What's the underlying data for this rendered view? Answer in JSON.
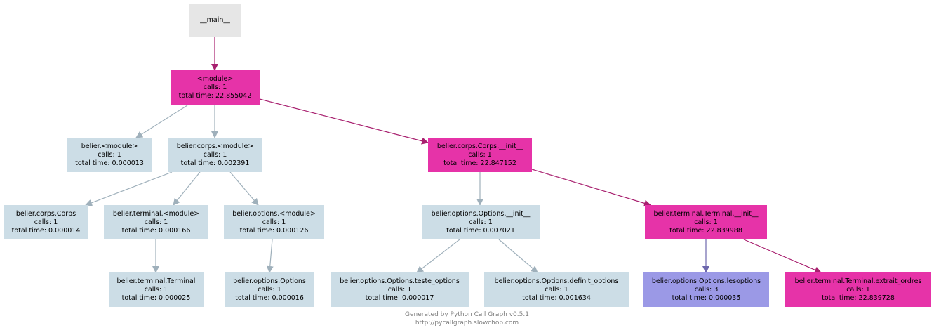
{
  "colors": {
    "hot": "#e633a8",
    "cold": "#ccdde6",
    "warm": "#9b99e6",
    "root": "#e6e6e6",
    "edge_hot": "#a8206f",
    "edge_cold": "#9fb0bb",
    "edge_warm": "#6d67ad"
  },
  "nodes": {
    "main": {
      "name": "__main__"
    },
    "module": {
      "name": "<module>",
      "calls": "calls: 1",
      "time": "total time: 22.855042"
    },
    "belier_module": {
      "name": "belier.<module>",
      "calls": "calls: 1",
      "time": "total time: 0.000013"
    },
    "corps_module": {
      "name": "belier.corps.<module>",
      "calls": "calls: 1",
      "time": "total time: 0.002391"
    },
    "corps_init": {
      "name": "belier.corps.Corps.__init__",
      "calls": "calls: 1",
      "time": "total time: 22.847152"
    },
    "corps_class": {
      "name": "belier.corps.Corps",
      "calls": "calls: 1",
      "time": "total time: 0.000014"
    },
    "terminal_module": {
      "name": "belier.terminal.<module>",
      "calls": "calls: 1",
      "time": "total time: 0.000166"
    },
    "options_module": {
      "name": "belier.options.<module>",
      "calls": "calls: 1",
      "time": "total time: 0.000126"
    },
    "options_init": {
      "name": "belier.options.Options.__init__",
      "calls": "calls: 1",
      "time": "total time: 0.007021"
    },
    "terminal_init": {
      "name": "belier.terminal.Terminal.__init__",
      "calls": "calls: 1",
      "time": "total time: 22.839988"
    },
    "terminal_class": {
      "name": "belier.terminal.Terminal",
      "calls": "calls: 1",
      "time": "total time: 0.000025"
    },
    "options_class": {
      "name": "belier.options.Options",
      "calls": "calls: 1",
      "time": "total time: 0.000016"
    },
    "teste_options": {
      "name": "belier.options.Options.teste_options",
      "calls": "calls: 1",
      "time": "total time: 0.000017"
    },
    "definit_options": {
      "name": "belier.options.Options.definit_options",
      "calls": "calls: 1",
      "time": "total time: 0.001634"
    },
    "lesoptions": {
      "name": "belier.options.Options.lesoptions",
      "calls": "calls: 3",
      "time": "total time: 0.000035"
    },
    "extrait_ordres": {
      "name": "belier.terminal.Terminal.extrait_ordres",
      "calls": "calls: 1",
      "time": "total time: 22.839728"
    }
  },
  "footer": {
    "line1": "Generated by Python Call Graph v0.5.1",
    "line2": "http://pycallgraph.slowchop.com"
  }
}
